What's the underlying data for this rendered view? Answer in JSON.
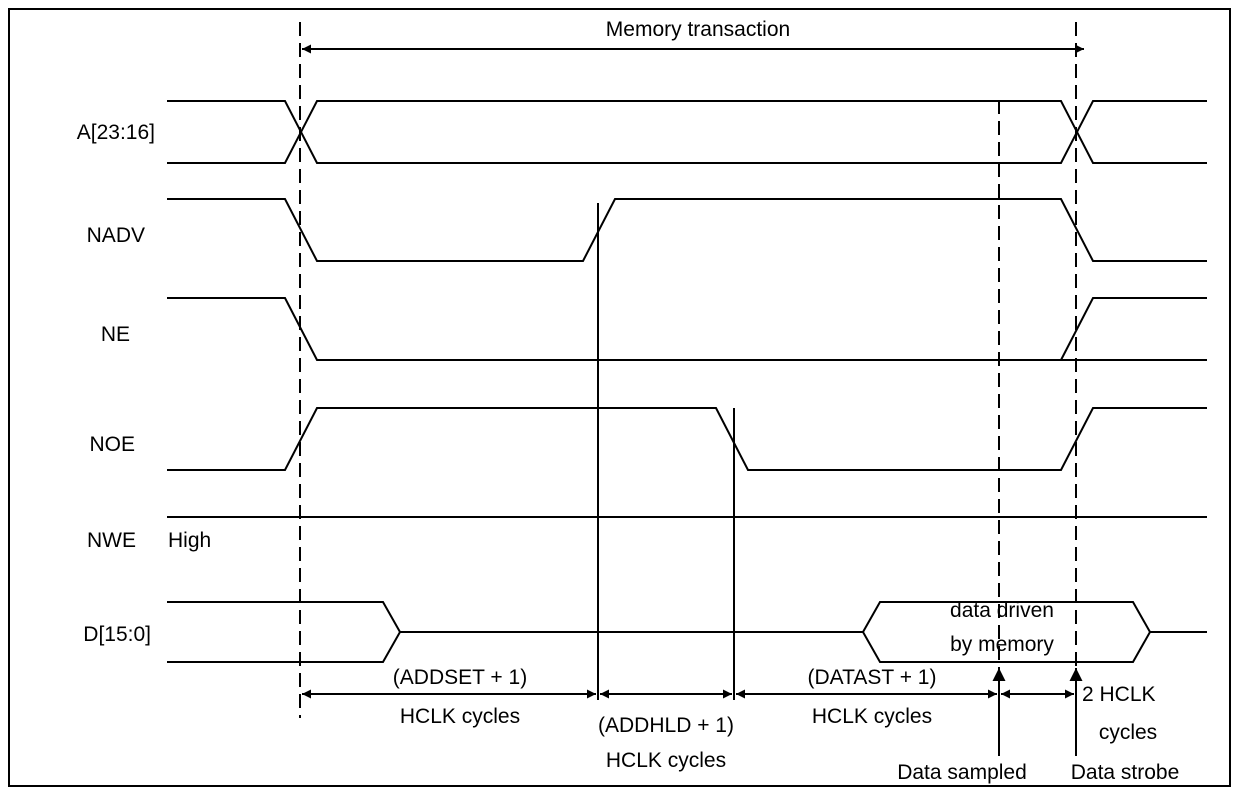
{
  "title": "Memory transaction",
  "signals": [
    {
      "id": "a",
      "label": "A[23:16]"
    },
    {
      "id": "nadv",
      "label": "NADV"
    },
    {
      "id": "ne",
      "label": "NE"
    },
    {
      "id": "noe",
      "label": "NOE"
    },
    {
      "id": "nwe",
      "label": "NWE",
      "note": "High"
    },
    {
      "id": "d",
      "label": "D[15:0]",
      "note_line1": "data driven",
      "note_line2": "by memory"
    }
  ],
  "intervals": {
    "addset": {
      "line1": "(ADDSET + 1)",
      "line2": "HCLK cycles"
    },
    "addhld": {
      "line1": "(ADDHLD + 1)",
      "line2": "HCLK cycles"
    },
    "datast": {
      "line1": "(DATAST + 1)",
      "line2": "HCLK cycles"
    },
    "two_hclk": {
      "line1": "2 HCLK",
      "line2": "cycles"
    }
  },
  "markers": {
    "sampled": "Data sampled",
    "strobe": "Data strobe"
  }
}
